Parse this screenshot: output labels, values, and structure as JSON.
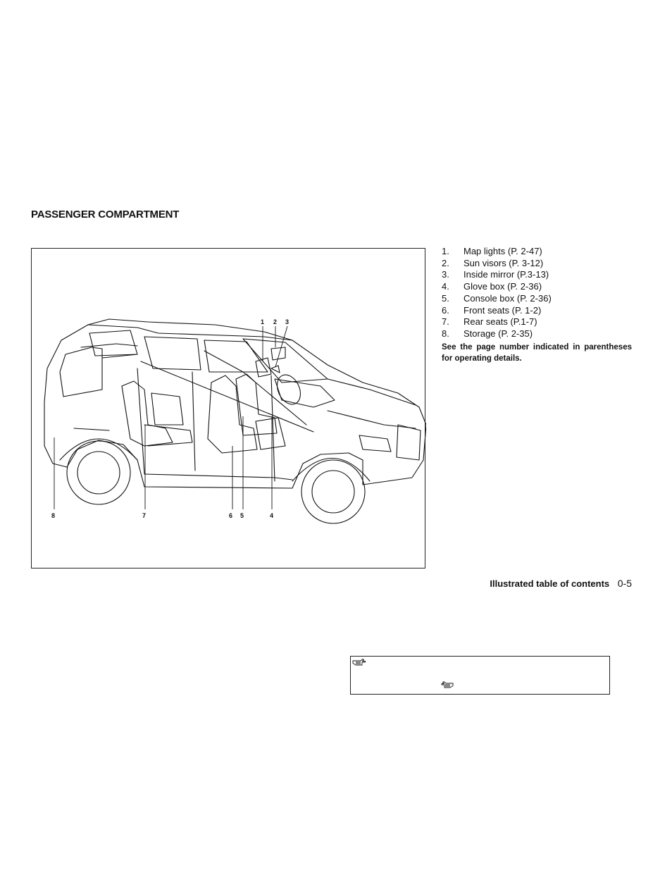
{
  "section_title": "PASSENGER COMPARTMENT",
  "figure": {
    "callouts_top": [
      "1",
      "2",
      "3"
    ],
    "callouts_bottom": [
      "8",
      "7",
      "6",
      "5",
      "4"
    ]
  },
  "legend": [
    {
      "num": "1.",
      "label": "Map lights (P. 2-47)"
    },
    {
      "num": "2.",
      "label": "Sun visors (P. 3-12)"
    },
    {
      "num": "3.",
      "label": "Inside mirror (P.3-13)"
    },
    {
      "num": "4.",
      "label": "Glove box (P. 2-36)"
    },
    {
      "num": "5.",
      "label": "Console box (P. 2-36)"
    },
    {
      "num": "6.",
      "label": "Front seats (P. 1-2)"
    },
    {
      "num": "7.",
      "label": "Rear seats (P.1-7)"
    },
    {
      "num": "8.",
      "label": "Storage (P. 2-35)"
    }
  ],
  "note": "See the page number indicated in parentheses for operating details.",
  "footer": {
    "title": "Illustrated table of contents",
    "page": "0-5"
  },
  "icons": [
    "pointing-hand-icon",
    "pointing-hand-icon"
  ]
}
